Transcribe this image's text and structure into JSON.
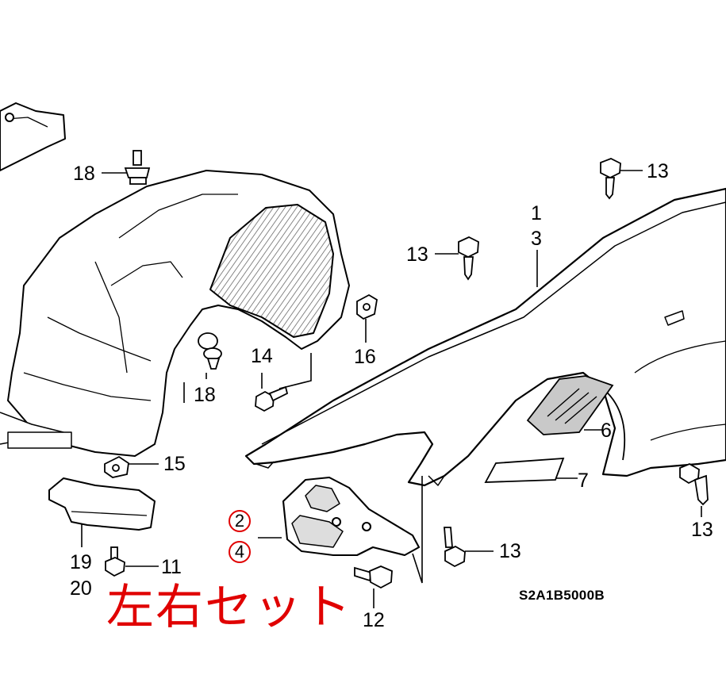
{
  "diagram": {
    "callouts": {
      "c1": "1",
      "c3": "3",
      "c13a": "13",
      "c13b": "13",
      "c13c": "13",
      "c13d": "13",
      "c18a": "18",
      "c18b": "18",
      "c14": "14",
      "c16": "16",
      "c15": "15",
      "c6": "6",
      "c7": "7",
      "c19": "19",
      "c20": "20",
      "c11": "11",
      "c12": "12",
      "c2": "2",
      "c4": "4"
    },
    "diagram_code": "S2A1B5000B",
    "note": "左右セット"
  },
  "colors": {
    "highlight": "#e00000",
    "line": "#000000",
    "shade": "#bdbdbd"
  }
}
